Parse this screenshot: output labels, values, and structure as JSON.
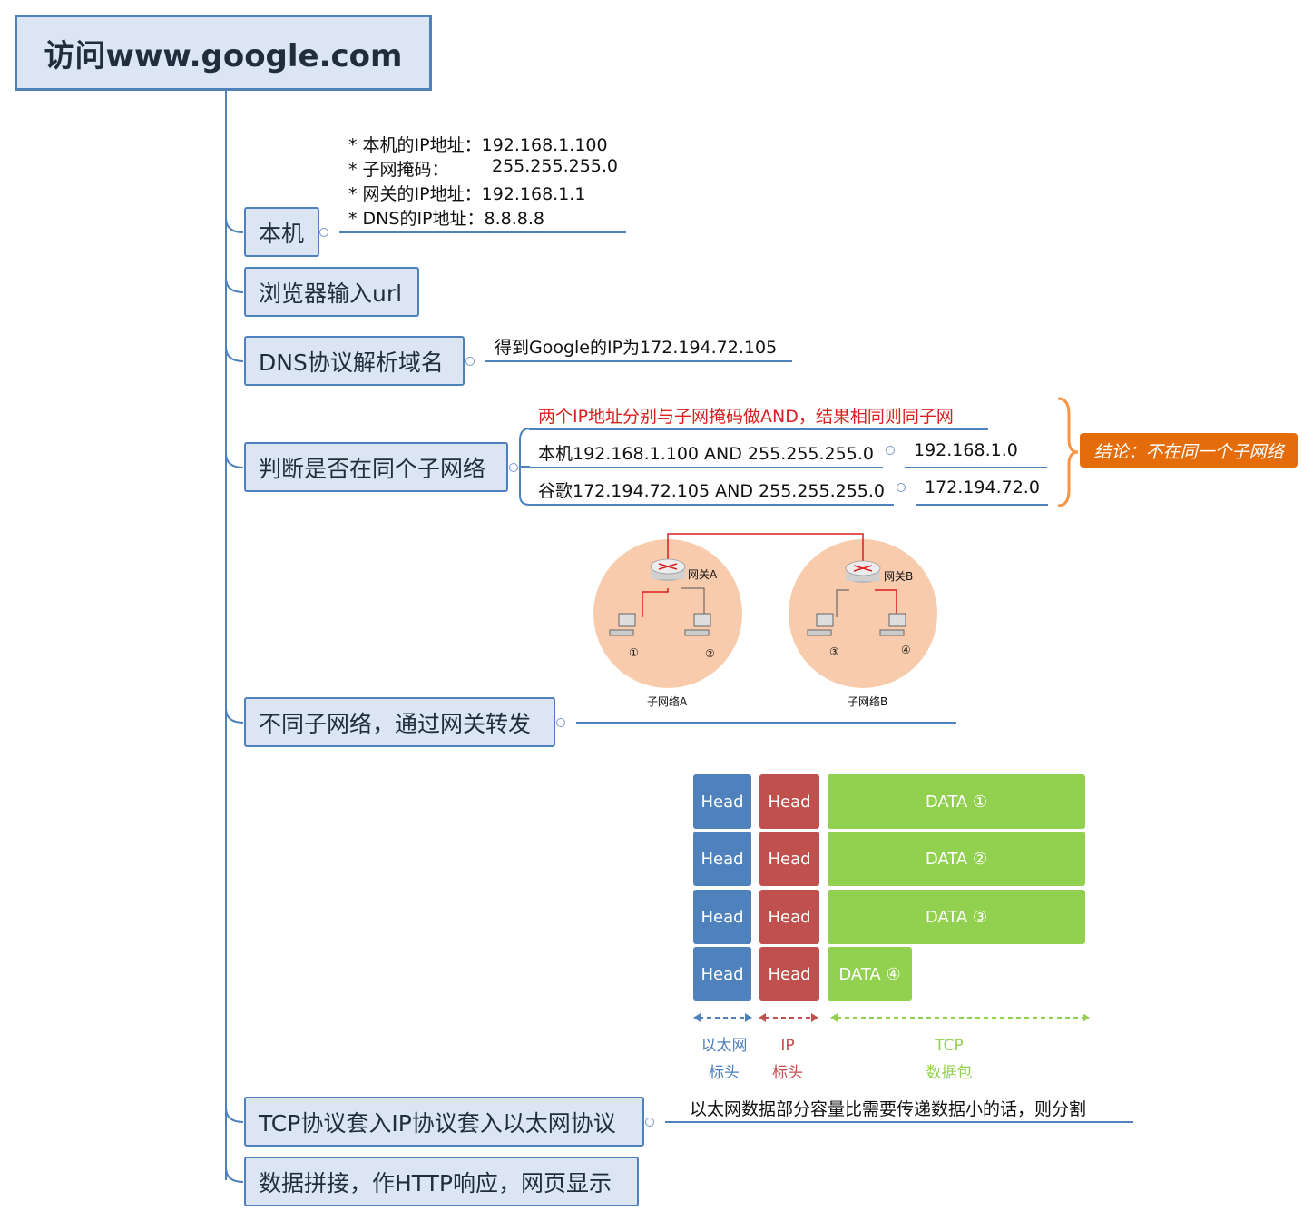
{
  "root": {
    "title": "访问www.google.com"
  },
  "branches": {
    "local": {
      "label": "本机",
      "details": [
        "* 本机的IP地址：192.168.1.100",
        "* 子网掩码：",
        "255.255.255.0",
        "* 网关的IP地址：192.168.1.1",
        "* DNS的IP地址：8.8.8.8"
      ]
    },
    "browser": {
      "label": "浏览器输入url"
    },
    "dns": {
      "label": "DNS协议解析域名",
      "note": "得到Google的IP为172.194.72.105"
    },
    "subnet": {
      "label": "判断是否在同个子网络",
      "rule": "两个IP地址分别与子网掩码做AND，结果相同则同子网",
      "rows": [
        {
          "expr": "本机192.168.1.100 AND 255.255.255.0",
          "result": "192.168.1.0"
        },
        {
          "expr": "谷歌172.194.72.105 AND 255.255.255.0",
          "result": "172.194.72.0"
        }
      ],
      "conclusion": "结论：不在同一个子网络"
    },
    "gateway": {
      "label": "不同子网络，通过网关转发",
      "diagram": {
        "gateway_a": "网关A",
        "gateway_b": "网关B",
        "subnet_a": "子网络A",
        "subnet_b": "子网络B",
        "hosts": [
          "①",
          "②",
          "③",
          "④"
        ]
      }
    },
    "tcp": {
      "label": "TCP协议套入IP协议套入以太网协议",
      "note": "以太网数据部分容量比需要传递数据小的话，则分割",
      "packets": {
        "head_label": "Head",
        "data": [
          "DATA ①",
          "DATA ②",
          "DATA ③",
          "DATA ④"
        ],
        "legend": {
          "eth_line1": "以太网",
          "eth_line2": "标头",
          "ip_line1": "IP",
          "ip_line2": "标头",
          "tcp_line1": "TCP",
          "tcp_line2": "数据包"
        }
      },
      "colors": {
        "ethernet": "#4f81bd",
        "ip": "#c0504d",
        "tcp": "#92d050"
      }
    },
    "http": {
      "label": "数据拼接，作HTTP响应，网页显示"
    }
  }
}
